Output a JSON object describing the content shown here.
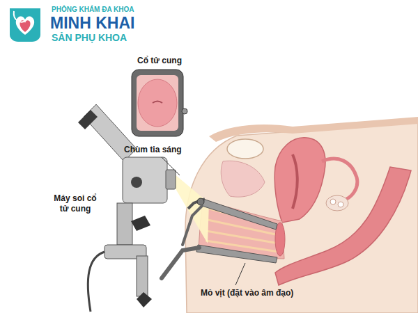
{
  "diagram": {
    "nodes": [
      {
        "text": [
          "Cổ tử cung"
        ]
      }
    ],
    "labels": [
      "PHÒNG KHÁM ĐA KHOA",
      "MINH KHAI",
      "SẢN PHỤ KHOA",
      "Chùm tia sáng",
      "Máy soi cổ tử cung",
      "Mỏ vịt (đặt vào âm đạo)"
    ]
  }
}
